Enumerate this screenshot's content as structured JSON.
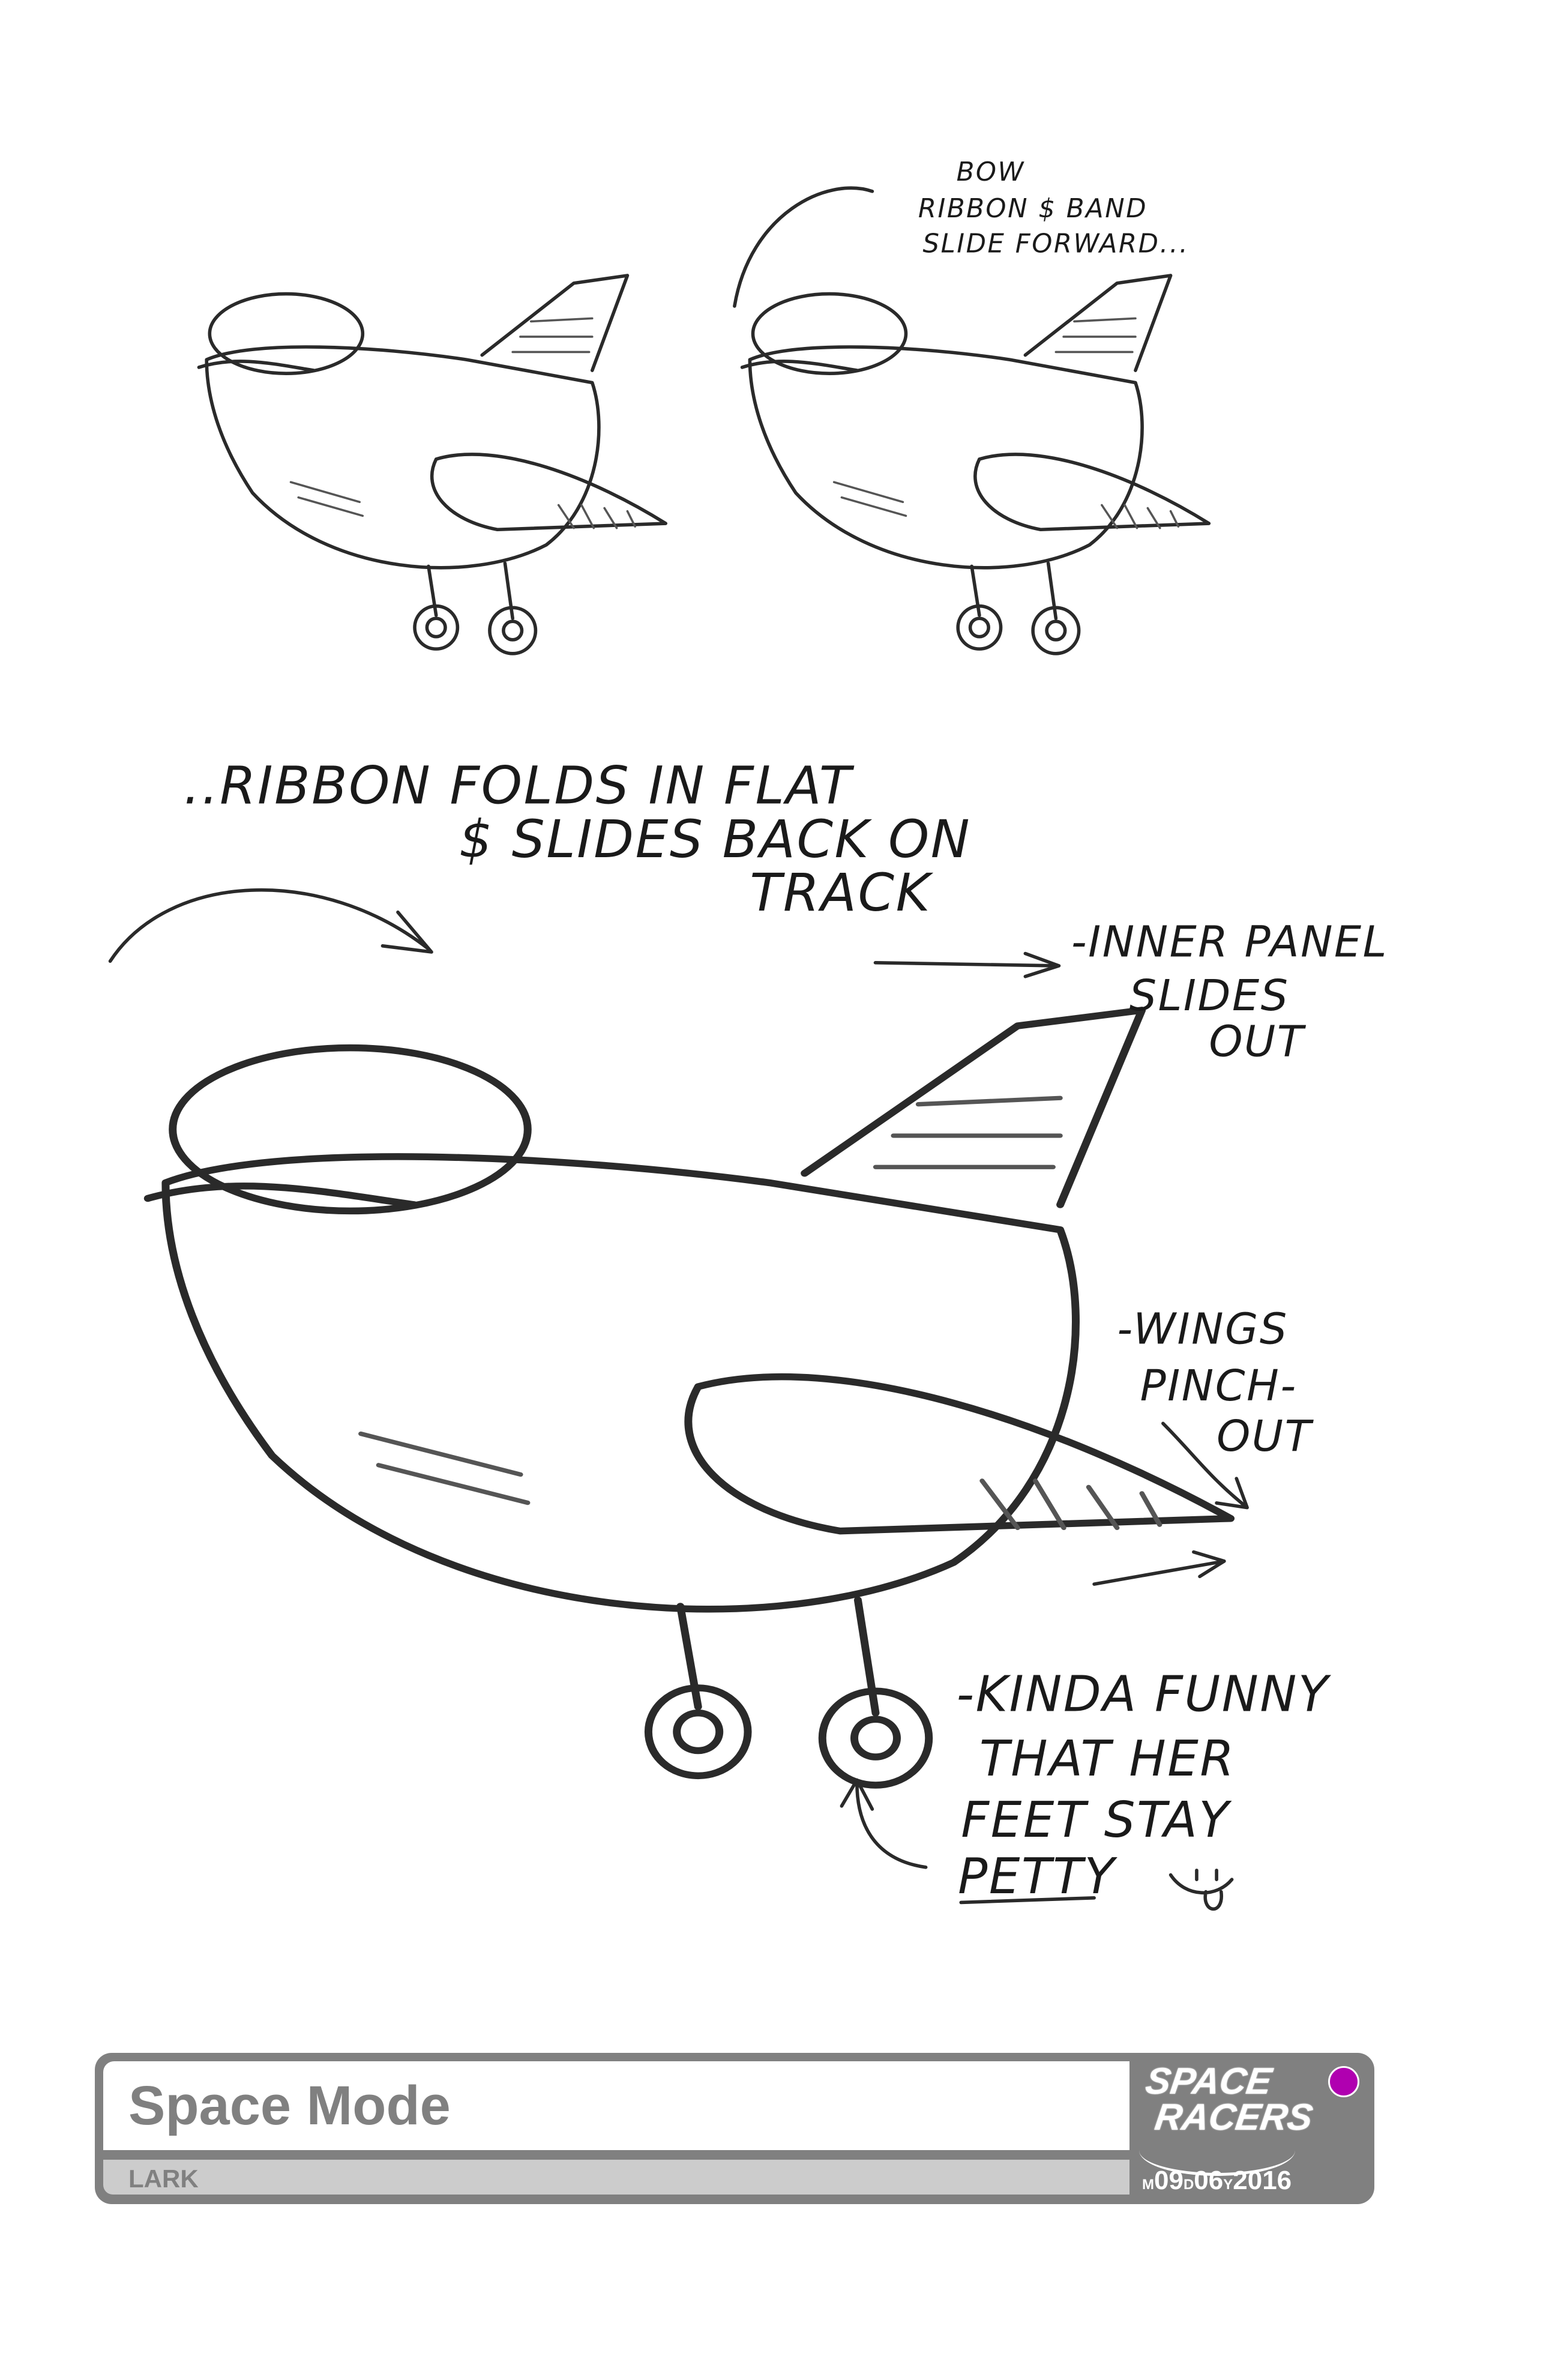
{
  "notes": {
    "bow": [
      "BOW",
      "RIBBON $ BAND",
      "SLIDE FORWARD..."
    ],
    "ribbon": [
      "..RIBBON FOLDS IN FLAT",
      "$ SLIDES BACK ON",
      "TRACK"
    ],
    "panel": [
      "-INNER PANEL",
      "SLIDES",
      "OUT"
    ],
    "wings": [
      "-WINGS",
      "PINCH-",
      "OUT"
    ],
    "feet": [
      "-KINDA FUNNY",
      "THAT HER",
      "FEET STAY",
      "PETTY"
    ]
  },
  "footer": {
    "title": "Space Mode",
    "character": "LARK",
    "logo_text": [
      "SPACE",
      "RACERS"
    ],
    "date": {
      "m_label": "M",
      "month": "09",
      "d_label": "D",
      "day": "06",
      "y_label": "Y",
      "year": "2016"
    },
    "dot_color": "#b000b0",
    "panel_color": "#808080"
  }
}
